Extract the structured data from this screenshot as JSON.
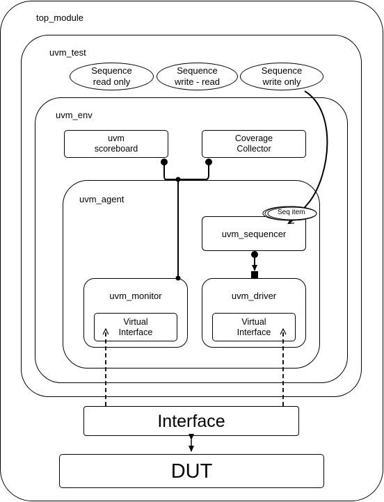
{
  "diagram": {
    "top_module": "top_module",
    "uvm_test": "uvm_test",
    "uvm_env": "uvm_env",
    "uvm_agent": "uvm_agent",
    "sequences": [
      {
        "label": "Sequence\nread only"
      },
      {
        "label": "Sequence\nwrite - read"
      },
      {
        "label": "Sequence\nwrite only"
      }
    ],
    "scoreboard": "uvm\nscoreboard",
    "coverage": "Coverage\nCollector",
    "seq_item": "Seq item",
    "sequencer": "uvm_sequencer",
    "monitor": "uvm_monitor",
    "monitor_vif": "Virtual\nInterface",
    "driver": "uvm_driver",
    "driver_vif": "Virtual\nInterface",
    "interface": "Interface",
    "dut": "DUT"
  }
}
